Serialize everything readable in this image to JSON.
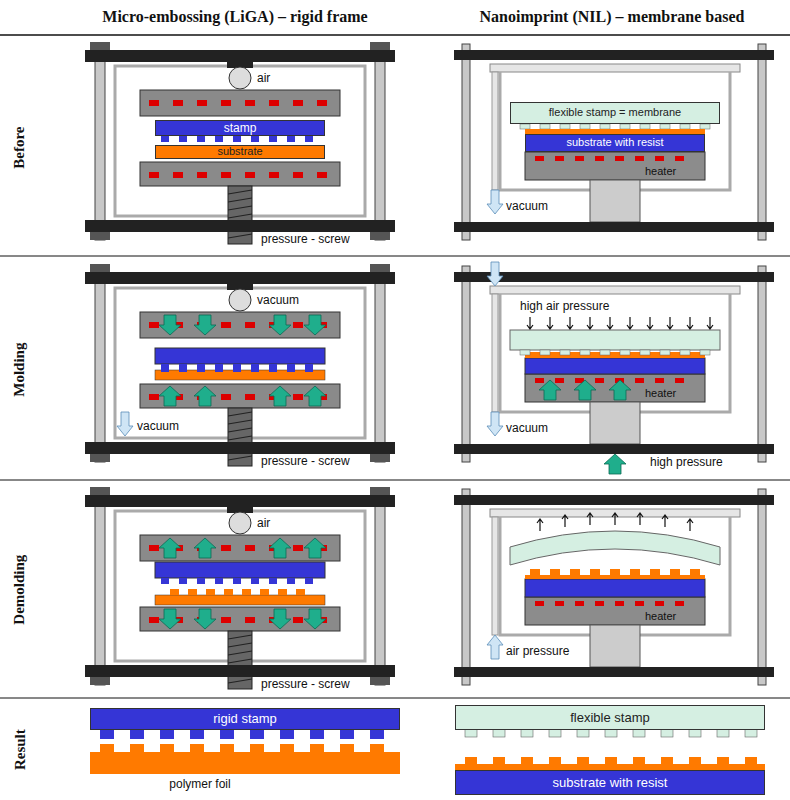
{
  "diagram": {
    "nodes": [
      {
        "text": [
          "stamp"
        ]
      },
      {
        "text": [
          "substrate"
        ]
      },
      {
        "text": [
          "flexible stamp = membrane"
        ]
      },
      {
        "text": [
          "substrate with resist"
        ]
      },
      {
        "text": [
          "rigid stamp"
        ]
      },
      {
        "text": [
          "flexible stamp"
        ]
      },
      {
        "text": [
          "substrate with resist"
        ]
      }
    ],
    "labels": [
      "Micro-embossing (LiGA) – rigid frame",
      "Nanoimprint (NIL) – membrane based",
      "Before",
      "Molding",
      "Demolding",
      "Result",
      "air",
      "pressure - screw",
      "heater",
      "vacuum",
      "vacuum",
      "vacuum",
      "pressure - screw",
      "high air pressure",
      "heater",
      "vacuum",
      "high pressure",
      "air",
      "pressure - screw",
      "heater",
      "air pressure",
      "polymer foil"
    ]
  }
}
